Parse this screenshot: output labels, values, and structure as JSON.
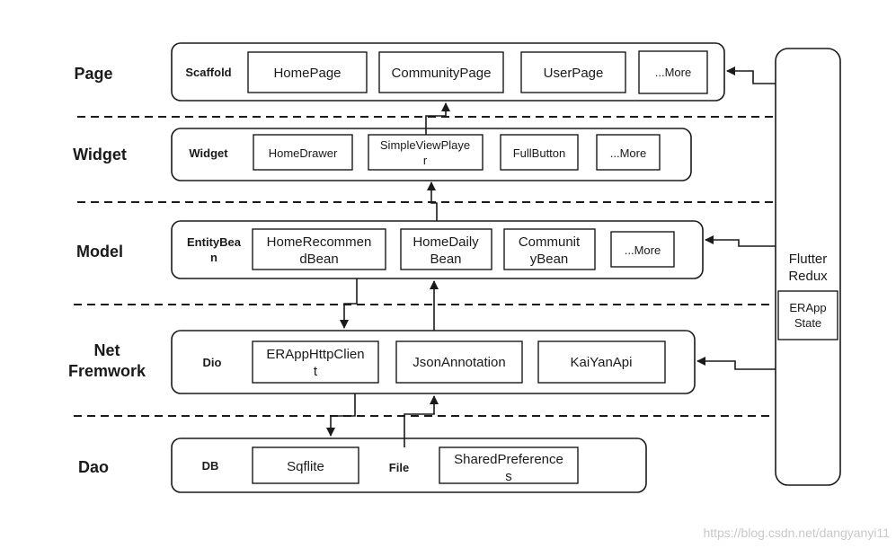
{
  "layers": {
    "page": "Page",
    "widget": "Widget",
    "model": "Model",
    "net_line1": "Net",
    "net_line2": "Fremwork",
    "dao": "Dao"
  },
  "page_row": {
    "group": "Scaffold",
    "items": [
      "HomePage",
      "CommunityPage",
      "UserPage",
      "...More"
    ]
  },
  "widget_row": {
    "group": "Widget",
    "items": [
      "HomeDrawer",
      "SimpleViewPlaye",
      "r",
      "FullButton",
      "...More"
    ]
  },
  "model_row": {
    "group_line1": "EntityBea",
    "group_line2": "n",
    "items": [
      "HomeRecommen",
      "dBean",
      "HomeDaily",
      "Bean",
      "Communit",
      "yBean",
      "...More"
    ]
  },
  "net_row": {
    "group": "Dio",
    "items": [
      "ERAppHttpClien",
      "t",
      "JsonAnnotation",
      "KaiYanApi"
    ]
  },
  "dao_row": {
    "group1": "DB",
    "group2": "File",
    "items": [
      "Sqflite",
      "SharedPreference",
      "s"
    ]
  },
  "redux": {
    "title_line1": "Flutter",
    "title_line2": "Redux",
    "state_line1": "ERApp",
    "state_line2": "State"
  },
  "watermark": "https://blog.csdn.net/dangyanyi11"
}
